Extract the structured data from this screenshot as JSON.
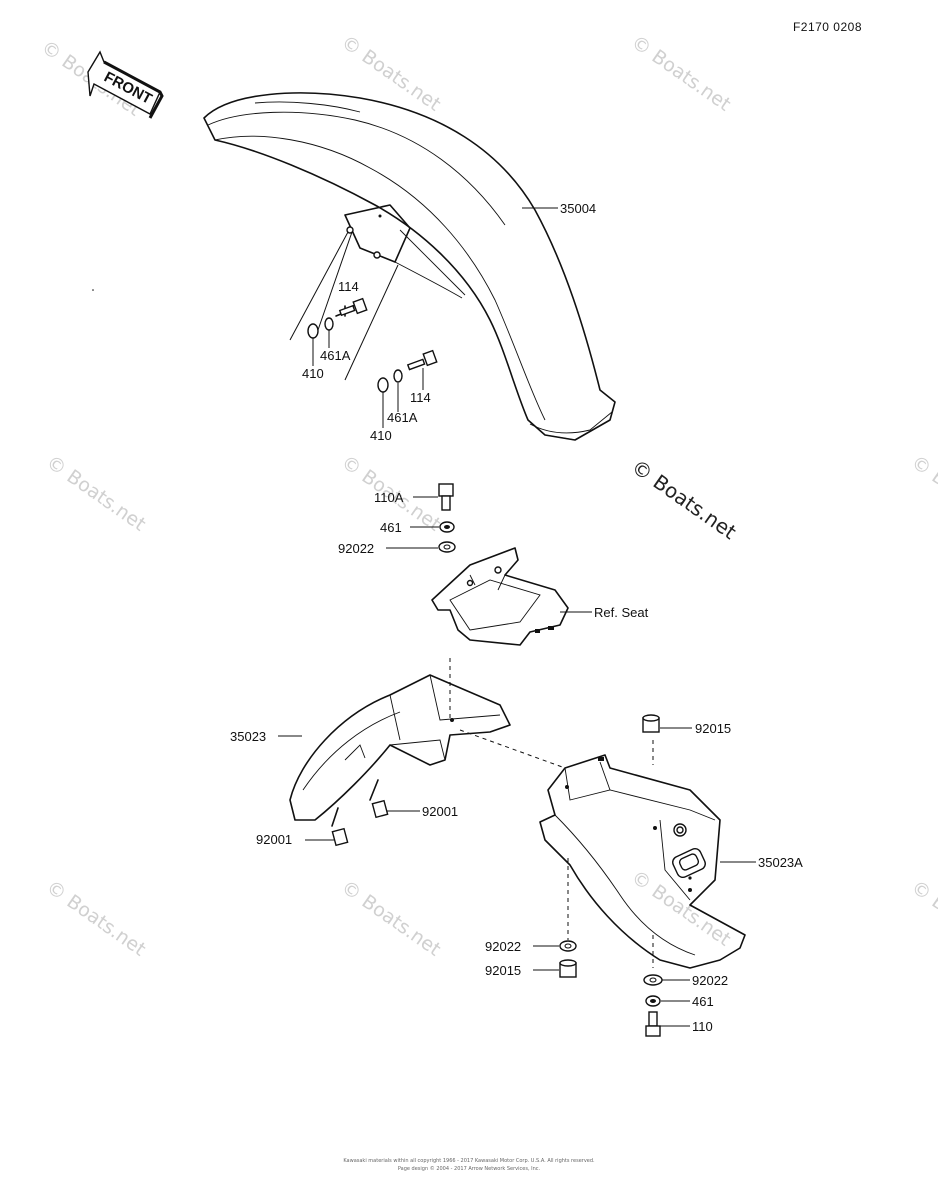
{
  "figure_code": "F2170 0208",
  "front_arrow_label": "FRONT",
  "watermark": "© Boats.net",
  "parts": {
    "front_fender": "35004",
    "bolt_114_a": "114",
    "washer_461A_a": "461A",
    "washer_410_a": "410",
    "bolt_114_b": "114",
    "washer_461A_b": "461A",
    "washer_410_b": "410",
    "bolt_110A": "110A",
    "washer_461": "461",
    "washer_92022_top": "92022",
    "ref_seat": "Ref. Seat",
    "rear_fender_front": "35023",
    "nut_92015_top": "92015",
    "bolt_92001_a": "92001",
    "bolt_92001_b": "92001",
    "rear_fender_rear": "35023A",
    "washer_92022_mid": "92022",
    "nut_92015_bottom": "92015",
    "washer_92022_bottom": "92022",
    "washer_461_bottom": "461",
    "bolt_110": "110"
  },
  "footer_line1": "Kawasaki materials within all copyright 1966 - 2017 Kawasaki Motor Corp. U.S.A. All rights reserved.",
  "footer_line2": "Page design © 2004 - 2017 Arrow Network Services, Inc."
}
